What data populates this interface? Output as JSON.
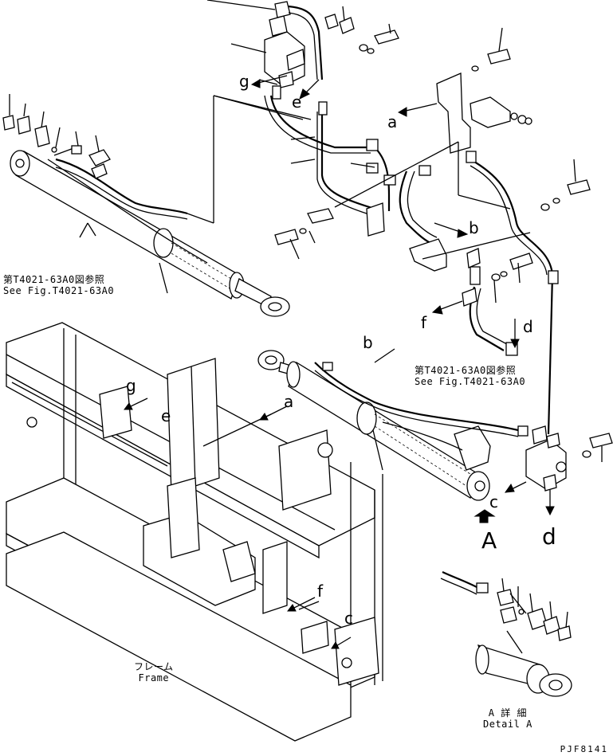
{
  "callouts": {
    "a": "a",
    "b": "b",
    "c": "c",
    "d": "d",
    "e": "e",
    "f": "f",
    "g": "g",
    "view_A": "A"
  },
  "notes": {
    "ref_top_jp": "第T4021-63A0図参照",
    "ref_top_en": "See Fig.T4021-63A0",
    "ref_mid_jp": "第T4021-63A0図参照",
    "ref_mid_en": "See Fig.T4021-63A0",
    "frame_jp": "フレーム",
    "frame_en": "Frame",
    "detail_jp": "A 詳 細",
    "detail_en": "Detail A"
  },
  "drawing_code": "PJF8141"
}
